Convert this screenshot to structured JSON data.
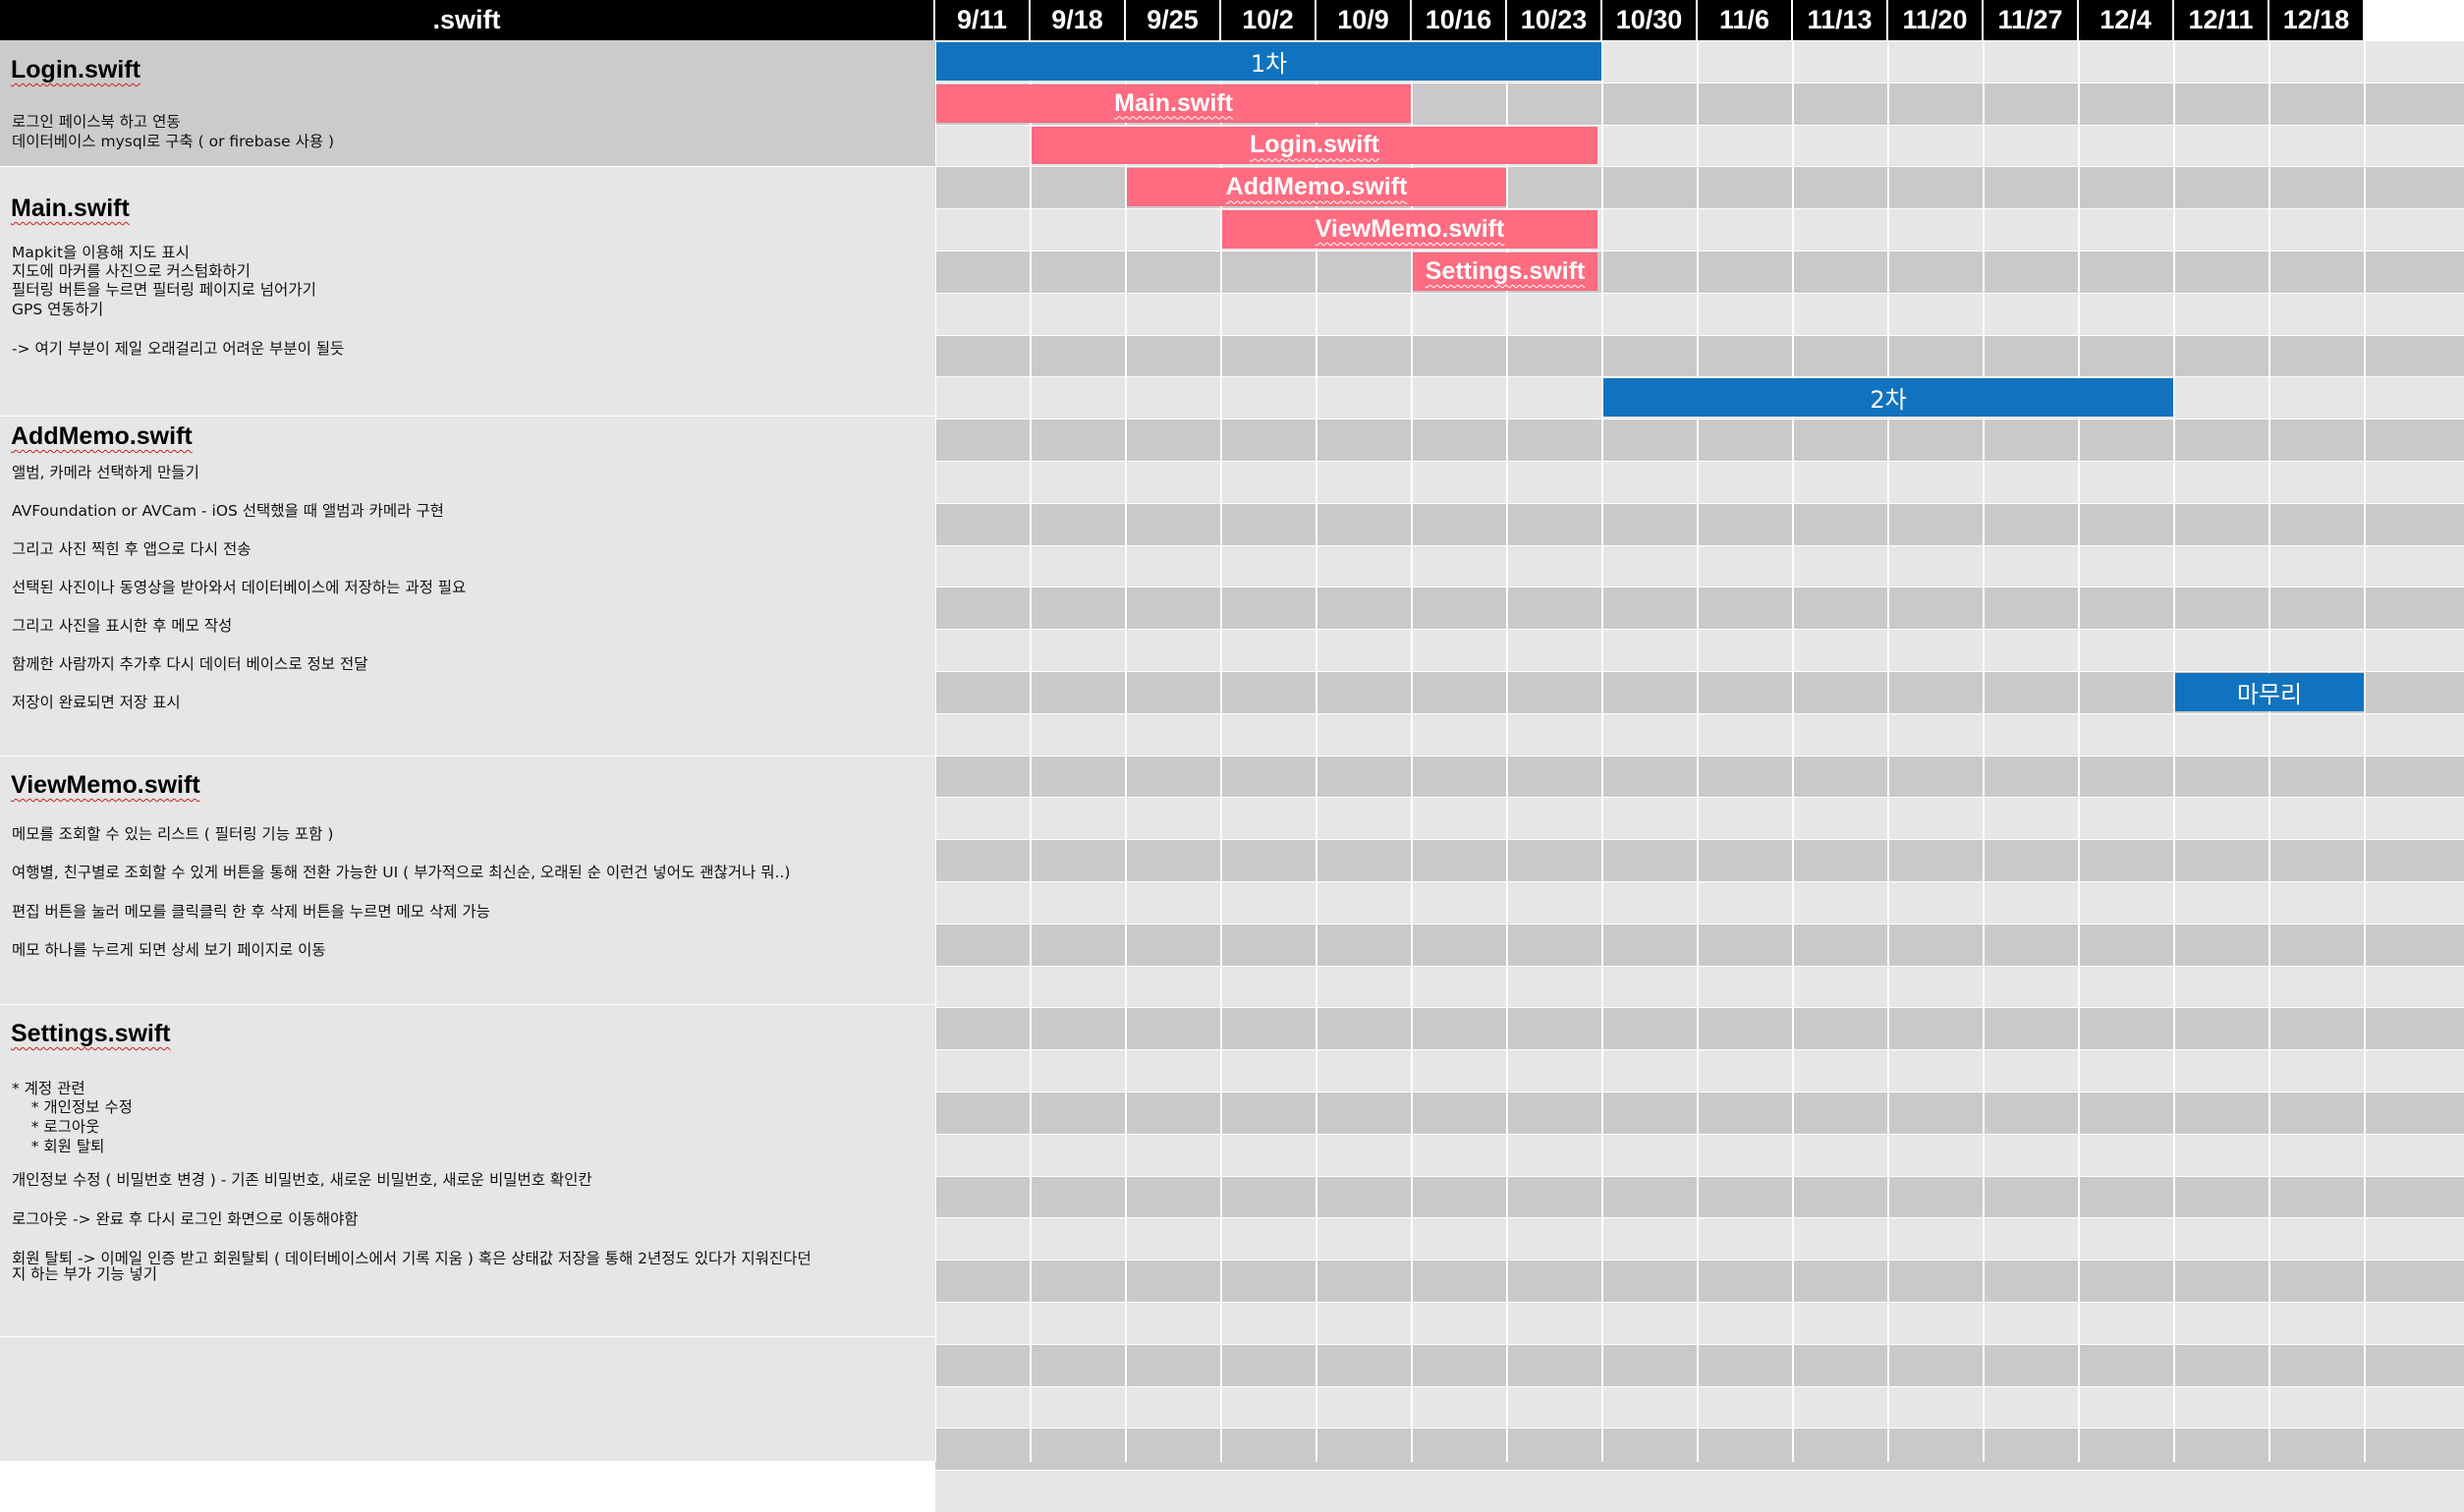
{
  "chart_data": {
    "type": "gantt",
    "header_label": ".swift",
    "weeks": [
      "9/11",
      "9/18",
      "9/25",
      "10/2",
      "10/9",
      "10/16",
      "10/23",
      "10/30",
      "11/6",
      "11/13",
      "11/20",
      "11/27",
      "12/4",
      "12/11",
      "12/18"
    ],
    "bars": [
      {
        "label": "1차",
        "start": "9/11",
        "end": "10/23",
        "color": "#1173bf"
      },
      {
        "label": "Main.swift",
        "start": "9/11",
        "end": "10/9",
        "color": "#ff6b80"
      },
      {
        "label": "Login.swift",
        "start": "9/18",
        "end": "10/23",
        "color": "#ff6b80"
      },
      {
        "label": "AddMemo.swift",
        "start": "9/25",
        "end": "10/16",
        "color": "#ff6b80"
      },
      {
        "label": "ViewMemo.swift",
        "start": "10/2",
        "end": "10/23",
        "color": "#ff6b80"
      },
      {
        "label": "Settings.swift",
        "start": "10/16",
        "end": "10/23",
        "color": "#ff6b80"
      },
      {
        "label": "2차",
        "start": "10/30",
        "end": "12/4",
        "color": "#1173bf"
      },
      {
        "label": "마무리",
        "start": "12/11",
        "end": "12/18",
        "color": "#1173bf"
      }
    ]
  },
  "sections": [
    {
      "title": "Login.swift",
      "lines": [
        "로그인 페이스북 하고 연동",
        "데이터베이스 mysql로 구축 ( or firebase 사용 )"
      ]
    },
    {
      "title": "Main.swift",
      "lines": [
        "Mapkit을 이용해 지도 표시",
        "지도에 마커를 사진으로 커스텀화하기",
        "필터링 버튼을 누르면 필터링 페이지로 넘어가기",
        "GPS 연동하기",
        "-> 여기 부분이 제일 오래걸리고 어려운 부분이 될듯"
      ]
    },
    {
      "title": "AddMemo.swift",
      "lines": [
        "앨범, 카메라 선택하게 만들기",
        "AVFoundation or AVCam - iOS 선택했을 때 앨범과 카메라 구현",
        "그리고 사진 찍힌 후 앱으로 다시 전송",
        "선택된 사진이나 동영상을 받아와서 데이터베이스에 저장하는 과정 필요",
        "그리고 사진을 표시한 후 메모 작성",
        "함께한 사람까지 추가후 다시 데이터 베이스로 정보 전달",
        "저장이 완료되면 저장 표시"
      ]
    },
    {
      "title": "ViewMemo.swift",
      "lines": [
        "메모를 조회할 수 있는 리스트 ( 필터링 기능 포함 )",
        "여행별, 친구별로 조회할 수 있게 버튼을 통해 전환 가능한 UI ( 부가적으로 최신순, 오래된 순 이런건 넣어도 괜찮거나 뭐..)",
        "편집 버튼을 눌러 메모를 클릭클릭 한 후 삭제 버튼을 누르면 메모 삭제 가능",
        "메모 하나를 누르게 되면 상세 보기 페이지로 이동"
      ]
    },
    {
      "title": "Settings.swift",
      "lines": [
        "* 계정 관련",
        "    * 개인정보 수정",
        "    * 로그아웃",
        "    * 회원 탈퇴",
        "개인정보 수정 ( 비밀번호 변경 ) - 기존 비밀번호, 새로운 비밀번호, 새로운 비밀번호 확인칸",
        "로그아웃 -> 완료 후 다시 로그인 화면으로 이동해야함",
        "회원 탈퇴 -> 이메일 인증 받고 회원탈퇴 ( 데이터베이스에서 기록 지움 ) 혹은 상태값 저장을 통해 2년정도 있다가 지워진다던",
        "지 하는 부가 기능 넣기"
      ]
    }
  ]
}
